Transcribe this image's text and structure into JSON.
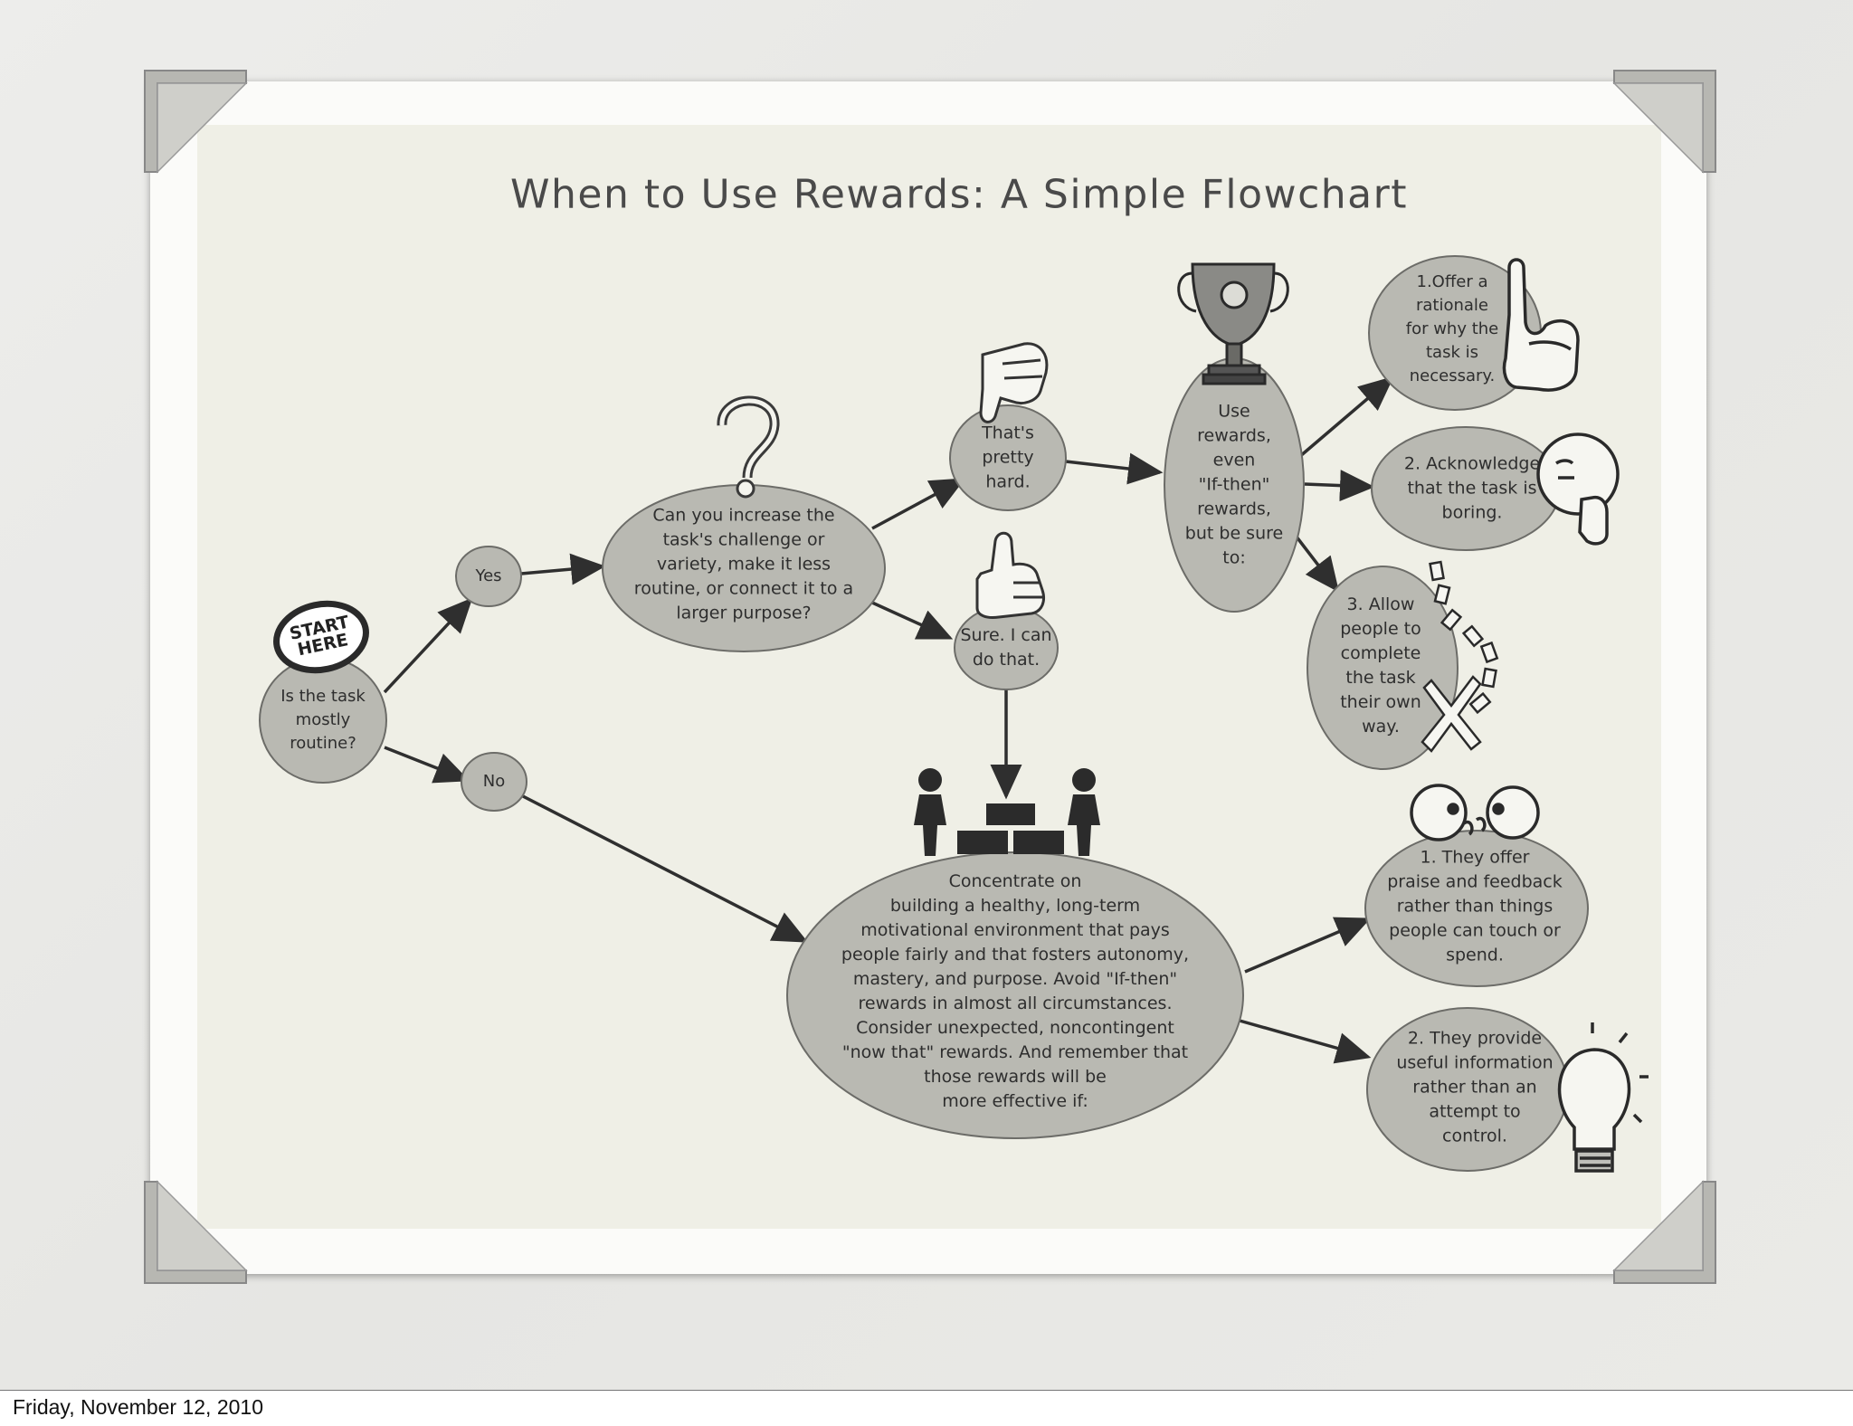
{
  "title": "When to Use Rewards: A Simple Flowchart",
  "start_badge": "START\nHERE",
  "nodes": {
    "routine_question": "Is the task\nmostly\nroutine?",
    "yes": "Yes",
    "no": "No",
    "increase_question": "Can you increase the\ntask's challenge or\nvariety, make it less\nroutine, or connect it to a\nlarger purpose?",
    "pretty_hard": "That's\npretty\nhard.",
    "sure_can": "Sure. I can\ndo that.",
    "use_rewards": "Use\nrewards,\neven\n\"If-then\"\nrewards,\nbut be sure\nto:",
    "offer_rationale": "1.Offer a\nrationale\nfor why the\ntask is\nnecessary.",
    "acknowledge": "2. Acknowledge\nthat the task is\nboring.",
    "allow_people": "3. Allow\npeople to\ncomplete\nthe task\ntheir own\nway.",
    "concentrate": "Concentrate on\nbuilding a healthy, long-term\nmotivational environment that pays\npeople fairly and that fosters autonomy,\nmastery, and purpose. Avoid \"If-then\"\nrewards in almost all circumstances.\nConsider unexpected, noncontingent\n\"now that\" rewards. And remember that\nthose rewards will be\nmore effective if:",
    "praise_feedback": "1. They offer\npraise and feedback\nrather than things\npeople can touch or\nspend.",
    "useful_info": "2. They provide\nuseful information\nrather than an\nattempt to\ncontrol."
  },
  "footer": {
    "date": "Friday, November 12, 2010"
  },
  "colors": {
    "node_fill": "#b9b9b2",
    "node_stroke": "#6c6c68",
    "arrow": "#2f2f2f",
    "paper": "#efefe6",
    "text": "#2e2e2e"
  },
  "icons": [
    "question-mark-icon",
    "thumbs-down-icon",
    "thumbs-up-icon",
    "trophy-icon",
    "pointing-finger-icon",
    "thinking-face-icon",
    "scattered-path-icon",
    "people-blocks-icon",
    "talking-heads-icon",
    "light-bulb-icon",
    "photo-corner-icon"
  ]
}
